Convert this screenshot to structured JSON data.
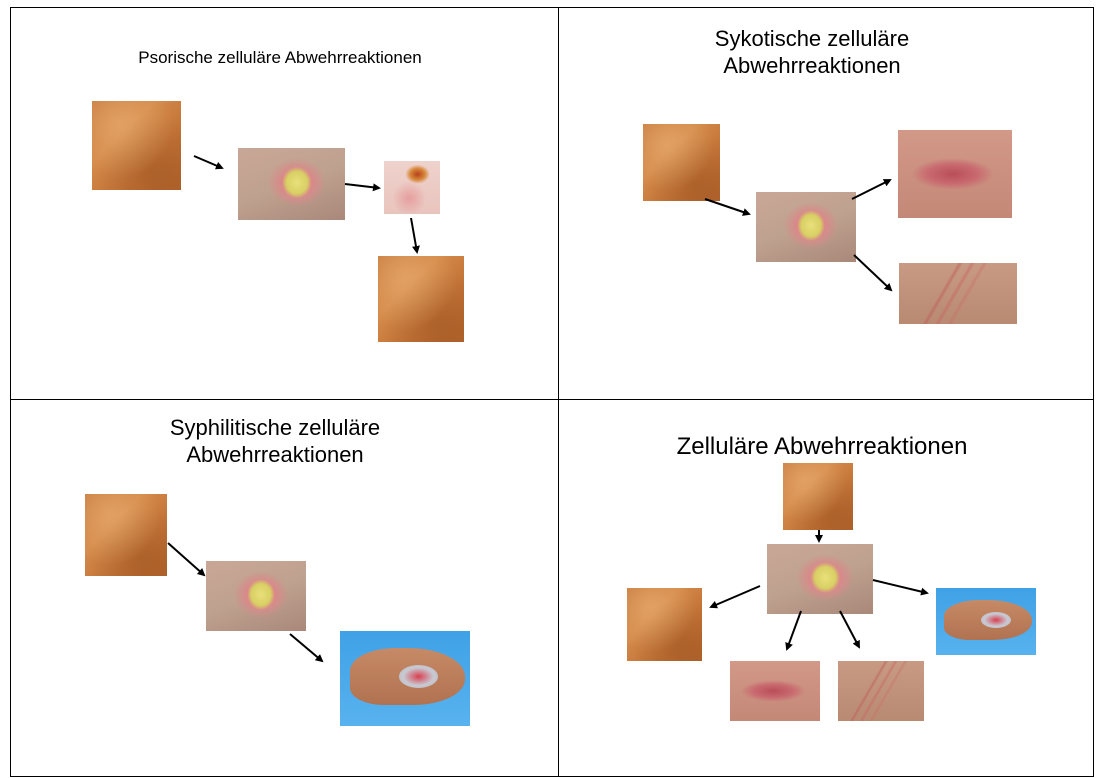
{
  "panels": {
    "psora": {
      "title": "Psorische zelluläre Abwehrreaktionen"
    },
    "sykose": {
      "title_line1": "Sykotische zelluläre",
      "title_line2": "Abwehrreaktionen"
    },
    "syphilis": {
      "title_line1": "Syphilitische zelluläre",
      "title_line2": "Abwehrreaktionen"
    },
    "zellulaer": {
      "title": "Zelluläre Abwehrreaktionen"
    }
  },
  "colors": {
    "border": "#000000",
    "arrow": "#000000",
    "background": "#ffffff"
  },
  "image_semantics": {
    "healthy_skin": "skin-image",
    "inflamed_ulcer": "ulcer-image",
    "scab_crust": "scab-image",
    "keloid_scar": "keloid-image",
    "thin_scars": "scar-image",
    "foot_ulcer": "foot-ulcer-image"
  }
}
